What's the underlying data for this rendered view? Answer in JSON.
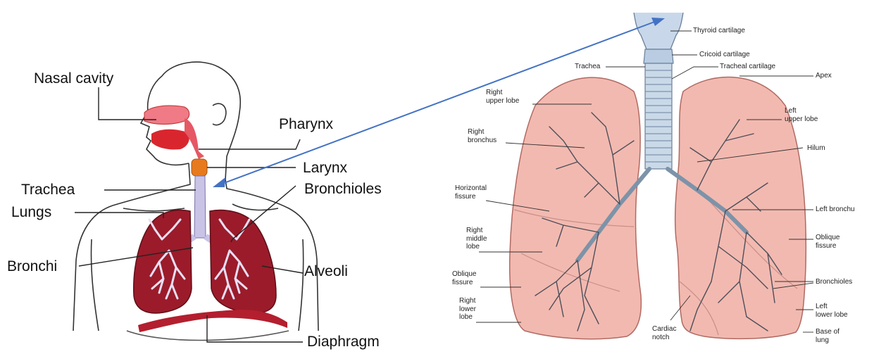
{
  "left_diagram": {
    "labels": {
      "nasal_cavity": "Nasal cavity",
      "pharynx": "Pharynx",
      "larynx": "Larynx",
      "trachea": "Trachea",
      "bronchioles": "Bronchioles",
      "lungs": "Lungs",
      "bronchi": "Bronchi",
      "alveoli": "Alveoli",
      "diaphragm": "Diaphragm"
    }
  },
  "right_diagram": {
    "labels": {
      "thyroid_cartilage": "Thyroid cartilage",
      "cricoid_cartilage": "Cricoid cartilage",
      "trachea": "Trachea",
      "tracheal_cartilage": "Tracheal cartilage",
      "apex": "Apex",
      "right_upper_lobe": "Right\nupper lobe",
      "left_upper_lobe": "Left\nupper lobe",
      "right_bronchus": "Right\nbronchus",
      "hilum": "Hilum",
      "horizontal_fissure": "Horizontal\nfissure",
      "left_bronchus": "Left bronchu",
      "right_middle_lobe": "Right\nmiddle\nlobe",
      "oblique_fissure_right": "Oblique\nfissure",
      "oblique_fissure_left": "Oblique\nfissure",
      "bronchioles": "Bronchioles",
      "right_lower_lobe": "Right\nlower\nlobe",
      "left_lower_lobe": "Left\nlower lobe",
      "cardiac_notch": "Cardiac\nnotch",
      "base_of_lung": "Base of\nlung"
    }
  },
  "colors": {
    "arrow": "#4472c4",
    "lung_left_diagram": "#9b1b2a",
    "lung_right_diagram": "#f2b9b0",
    "trachea": "#c9c3e6",
    "larynx": "#e87a1e",
    "nasal": "#f07a86"
  }
}
